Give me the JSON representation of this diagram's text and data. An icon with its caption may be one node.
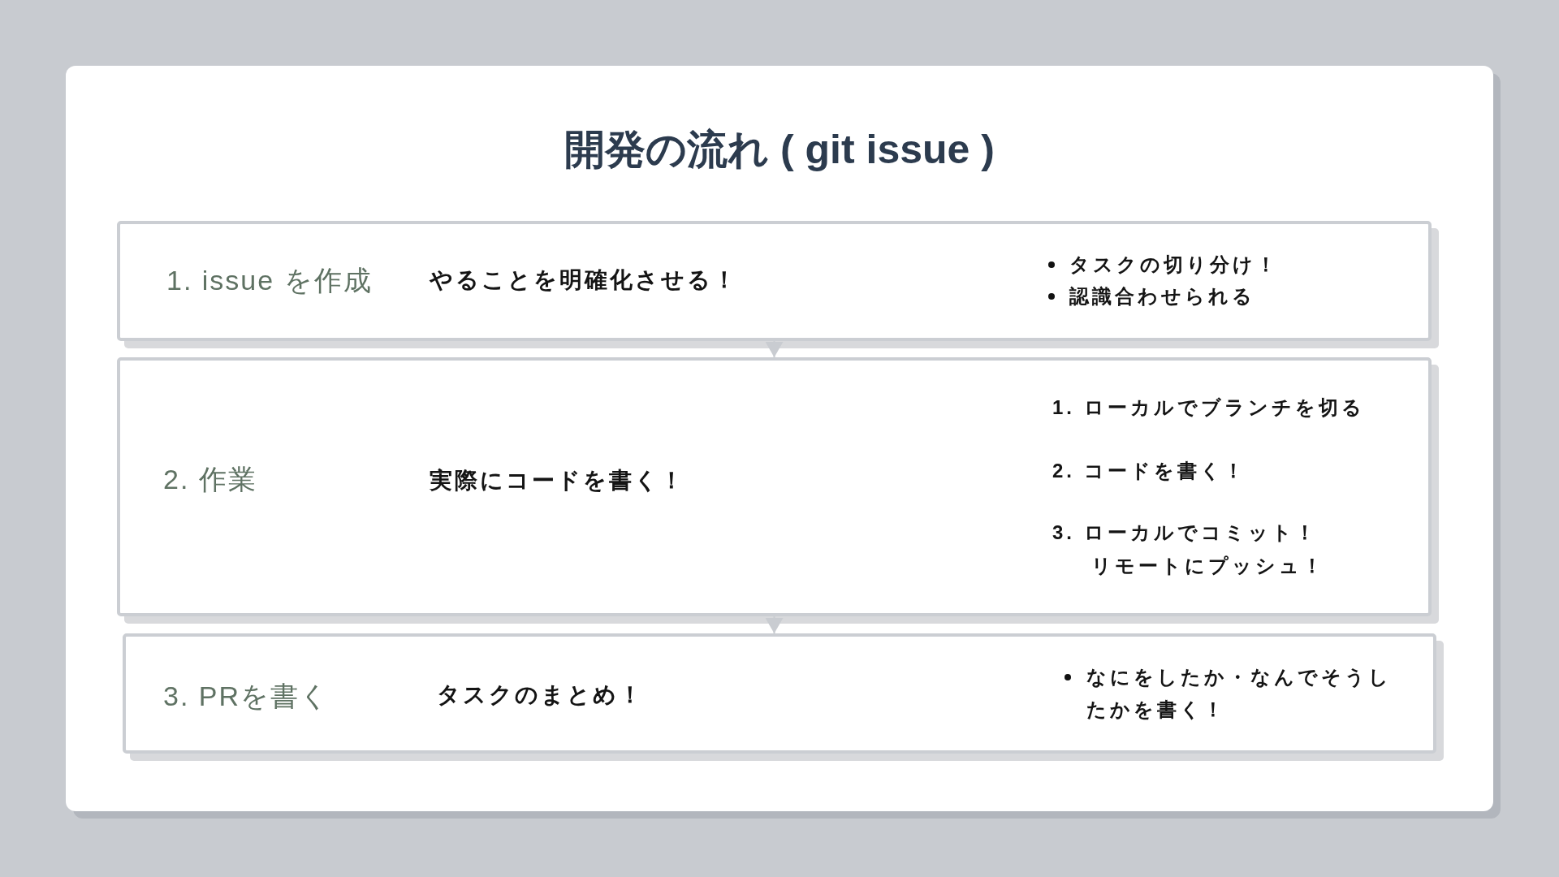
{
  "diagram": {
    "title": "開発の流れ ( git issue )",
    "nodes": [
      {
        "text": [
          "1. issue を作成",
          "やることを明確化させる！",
          "タスクの切り分け！",
          "認識合わせられる"
        ]
      },
      {
        "text": [
          "2. 作業",
          "実際にコードを書く！",
          "1. ローカルでブランチを切る",
          "2. コードを書く！",
          "3. ローカルでコミット！",
          "リモートにプッシュ！"
        ]
      },
      {
        "text": [
          "3. PRを書く",
          "タスクのまとめ！",
          "なにをしたか・なんでそうしたかを書く！"
        ]
      }
    ],
    "edges": [
      {
        "from": 0,
        "to": 1,
        "arrow": "to"
      },
      {
        "from": 1,
        "to": 2,
        "arrow": "to"
      }
    ]
  }
}
